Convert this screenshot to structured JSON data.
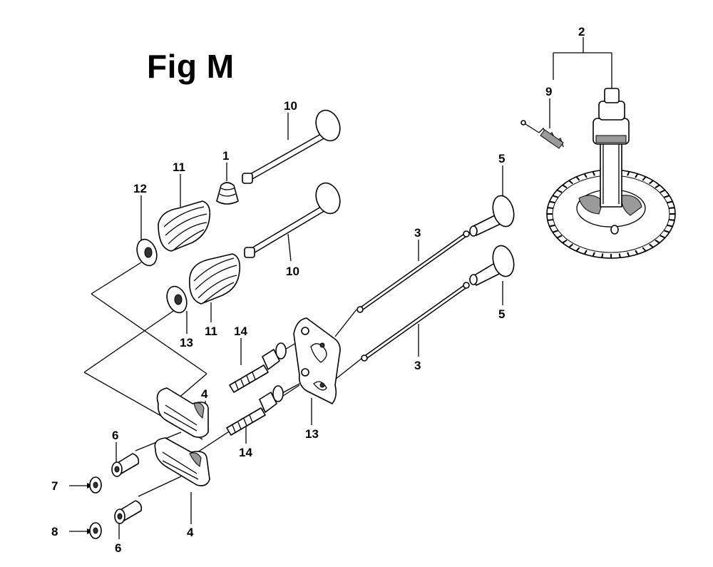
{
  "figure": {
    "title": "Fig M"
  },
  "callouts": [
    {
      "id": "c1",
      "text": "1"
    },
    {
      "id": "c2",
      "text": "2"
    },
    {
      "id": "c3a",
      "text": "3"
    },
    {
      "id": "c3b",
      "text": "3"
    },
    {
      "id": "c4a",
      "text": "4"
    },
    {
      "id": "c4b",
      "text": "4"
    },
    {
      "id": "c5a",
      "text": "5"
    },
    {
      "id": "c5b",
      "text": "5"
    },
    {
      "id": "c6a",
      "text": "6"
    },
    {
      "id": "c6b",
      "text": "6"
    },
    {
      "id": "c7",
      "text": "7"
    },
    {
      "id": "c8",
      "text": "8"
    },
    {
      "id": "c9",
      "text": "9"
    },
    {
      "id": "c10a",
      "text": "10"
    },
    {
      "id": "c10b",
      "text": "10"
    },
    {
      "id": "c11a",
      "text": "11"
    },
    {
      "id": "c11b",
      "text": "11"
    },
    {
      "id": "c12",
      "text": "12"
    },
    {
      "id": "c13a",
      "text": "13"
    },
    {
      "id": "c13b",
      "text": "13"
    },
    {
      "id": "c14a",
      "text": "14"
    },
    {
      "id": "c14b",
      "text": "14"
    }
  ]
}
